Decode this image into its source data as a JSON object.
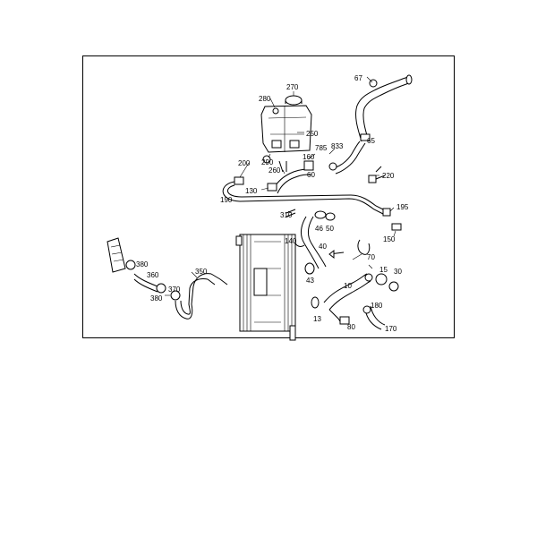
{
  "diagram": {
    "labels": [
      "67",
      "270",
      "280",
      "250",
      "833",
      "785",
      "65",
      "160",
      "290",
      "200",
      "260",
      "60",
      "220",
      "130",
      "190",
      "195",
      "310",
      "46",
      "50",
      "150",
      "140",
      "40",
      "70",
      "380",
      "360",
      "350",
      "43",
      "15",
      "30",
      "370",
      "10",
      "380",
      "180",
      "13",
      "80",
      "170"
    ]
  }
}
